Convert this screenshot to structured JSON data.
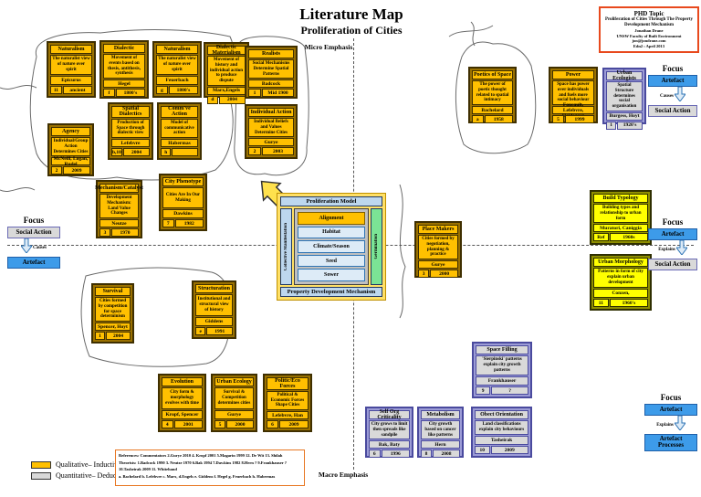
{
  "header": {
    "title": "Literature Map",
    "subtitle": "Proliferation of Cities",
    "micro_label": "Micro Emphasis",
    "macro_label": "Macro Emphasis"
  },
  "phd_box": {
    "heading": "PHD Topic",
    "topic": "Proliferation of Cities Through The Property Development Mechanism",
    "author": "Jonathan Drane",
    "faculty": "UNSW Faculty of Built Environment",
    "contact": "jon@jondrane.com",
    "edition": "Edn2 : April 2013"
  },
  "legend": {
    "items": [
      {
        "label": "Qualitative– Inductive",
        "color": "#FFC000"
      },
      {
        "label": "Quantitative– Deductive",
        "color": "#D9D9D9"
      }
    ]
  },
  "references": {
    "line1": "References: Commentators    2.Gurye 2010    4. Kropf 2001    5.Magarin 1999   12. De Wit  13. Shilah",
    "line2": "Theorists: 1.Badcock 1990   3. Neutze 1970   6.Bak 1994   7.Dawkins 1982   8.Hern ?   9.Frankhauser ?   10.Tasheirak 2009   11. Whitehand",
    "line3": "a. Bachelard  b. Lefebvre  c. Marx, d.Engels  e. Giddens  f. Hegel  g. Feuerbach  h. Habermas"
  },
  "model": {
    "title": "Proliferation Model",
    "left_label": "Collective Manifestation",
    "right_label": "Germination",
    "items": [
      "Alignment",
      "Habitat",
      "Climate/Season",
      "Seed",
      "Sower"
    ],
    "footer": "Property Development Mechanism"
  },
  "focus_clusters": [
    {
      "id": "left",
      "heading": "Focus",
      "top_label": "Social Action",
      "top_style": "gray",
      "arrow_label": "Causes",
      "bottom_label": "Artefact",
      "bottom_style": "blue"
    },
    {
      "id": "top-right",
      "heading": "Focus",
      "top_label": "Artefact",
      "top_style": "blue",
      "arrow_label": "Causes",
      "bottom_label": "Social Action",
      "bottom_style": "gray"
    },
    {
      "id": "mid-right",
      "heading": "Focus",
      "top_label": "Artefact",
      "top_style": "blue",
      "arrow_label": "Explains",
      "bottom_label": "Social Action",
      "bottom_style": "gray"
    },
    {
      "id": "bottom-right",
      "heading": "Focus",
      "top_label": "Artefact",
      "top_style": "blue",
      "arrow_label": "Explains",
      "bottom_label": "Artefact Processes",
      "bottom_style": "blue"
    }
  ],
  "boxes": [
    {
      "id": "naturalism-1",
      "style": "orange",
      "title": "Naturalism",
      "desc": "The naturalist view of nature over spirit",
      "author": "Epicurus",
      "ref": "11",
      "year": "ancient"
    },
    {
      "id": "dialectic",
      "style": "orange",
      "title": "Dialectic",
      "desc": "Movement of events based on thesis, antithesis, synthesis",
      "author": "Hegel",
      "ref": "f",
      "year": "1800's"
    },
    {
      "id": "naturalism-2",
      "style": "orange",
      "title": "Naturalism",
      "desc": "The naturalist view of nature over spirit",
      "author": "Feuerbach",
      "ref": "g",
      "year": "1800's"
    },
    {
      "id": "dialectic-materialism",
      "style": "orange",
      "title": "Dialectic Materialism",
      "desc": "Movement of history and individual action to produce dispute",
      "author": "Marx,Engels",
      "ref": "d",
      "year": "2004"
    },
    {
      "id": "spatial-dialectics",
      "style": "orange",
      "title": "Spatial Dialectics",
      "desc": "Production of Space through dialectic view",
      "author": "Lefebvre",
      "ref": "b,10",
      "year": "2004"
    },
    {
      "id": "comm-action",
      "style": "orange",
      "title": "Comm've Action",
      "desc": "Model of communicative action",
      "author": "Habermas",
      "ref": "h",
      "year": ""
    },
    {
      "id": "agency",
      "style": "orange",
      "title": "Agency",
      "desc": "Individual/Group Action Determines Cities",
      "author": "McNeill, Logan, Rudel",
      "ref": "2",
      "year": "2009"
    },
    {
      "id": "realists",
      "style": "orange",
      "title": "Realists",
      "desc": "Social Mechanisms Determine Spatial Patterns",
      "author": "Badcock",
      "ref": "1",
      "year": "Mid 1900"
    },
    {
      "id": "individual-action",
      "style": "orange",
      "title": "Individual Action",
      "desc": "Individual Beliefs and Values Determine Cities",
      "author": "Gurye",
      "ref": "2",
      "year": "2003"
    },
    {
      "id": "mechanism-catalyst",
      "style": "orange",
      "title": "Mechanism/Catalyst",
      "desc": "Development Mechanism: Land Value Changes",
      "author": "Neutze",
      "ref": "3",
      "year": "1970"
    },
    {
      "id": "city-phenotype",
      "style": "orange",
      "title": "City Phenotype",
      "desc": "Cities Are In Our Making",
      "author": "Dawkins",
      "ref": "7",
      "year": "1982"
    },
    {
      "id": "survival",
      "style": "orange",
      "title": "Survival",
      "desc": "Cities formed by competition for space determinism",
      "author": "Spencer, Hoyt",
      "ref": "1",
      "year": "2004"
    },
    {
      "id": "structuration",
      "style": "orange",
      "title": "Structuration",
      "desc": "Institutional and structural view of history",
      "author": "Giddens",
      "ref": "e",
      "year": "1991"
    },
    {
      "id": "evolution",
      "style": "orange",
      "title": "Evolution",
      "desc": "City form & morphology evolves with time",
      "author": "Kropf, Spencer",
      "ref": "4",
      "year": "2001"
    },
    {
      "id": "urban-ecology",
      "style": "orange",
      "title": "Urban Ecology",
      "desc": "Survival & Competition determines cities",
      "author": "Gurye",
      "ref": "5",
      "year": "2000"
    },
    {
      "id": "politic-eco-forces",
      "style": "orange",
      "title": "Politic/Eco Forces",
      "desc": "Political & Economic Forces Shape Cities",
      "author": "Lefebvre, Han",
      "ref": "6",
      "year": "2009"
    },
    {
      "id": "place-makers",
      "style": "orange",
      "title": "Place Makers",
      "desc": "Cities formed by negotiation, planning & practice",
      "author": "Gurye",
      "ref": "3",
      "year": "2000"
    },
    {
      "id": "poetics-of-space",
      "style": "orange",
      "title": "Poetics of Space",
      "desc": "The power of poetic thought related to spatial intimacy",
      "author": "Bachelard",
      "ref": "a",
      "year": "1958"
    },
    {
      "id": "power",
      "style": "orange",
      "title": "Power",
      "desc": "Space has power over individuals and fuels more social behaviour",
      "author": "Foucault, Lefebvre, Heidegger",
      "ref": "5",
      "year": "1999"
    },
    {
      "id": "urban-ecologists",
      "style": "purple",
      "title": "Urban Ecologists",
      "desc": "Spatial Structure determines social organisation",
      "author": "Burgess, Hoyt",
      "ref": "1",
      "year": "1920's"
    },
    {
      "id": "build-typology",
      "style": "yellow",
      "title": "Build Typology",
      "desc": "Building types and relationship to urban form",
      "author": "Muratori, Caniggia",
      "ref": "Ref",
      "year": "1960s"
    },
    {
      "id": "urban-morphology",
      "style": "yellow",
      "title": "Urban Morphology",
      "desc": "Patterns in form of city explain urban development",
      "author": "Conzen,",
      "ref": "11",
      "year": "1960's"
    },
    {
      "id": "space-filling",
      "style": "purple",
      "title": "Space Filling",
      "desc": "'Sierpinski' patterns explain city growth patterns",
      "author": "Frankhauser",
      "ref": "9",
      "year": "?"
    },
    {
      "id": "self-org-criticality",
      "style": "purple",
      "title": "Self Org Criticality",
      "desc": "City grows to limit then spreads like sandpile",
      "author": "Bak, Baty",
      "ref": "6",
      "year": "1996"
    },
    {
      "id": "metabolism",
      "style": "purple",
      "title": "Metabolism",
      "desc": "City growth based on cancer like patterns",
      "author": "Hern",
      "ref": "8",
      "year": "2008"
    },
    {
      "id": "object-orientation",
      "style": "purple",
      "title": "Obect Orientation",
      "desc": "Land classifications explain city behaviours",
      "author": "Tasheirak",
      "ref": "10",
      "year": "2009"
    }
  ],
  "colors": {
    "qualitative_fill": "#FFC000",
    "quantitative_fill": "#D9D9D9",
    "artefact_blue": "#3D9BE9",
    "typology_yellow": "#FFFF00",
    "purple_border": "#4A4A9E",
    "phd_border": "#E8491D",
    "refs_border": "#E87722"
  }
}
